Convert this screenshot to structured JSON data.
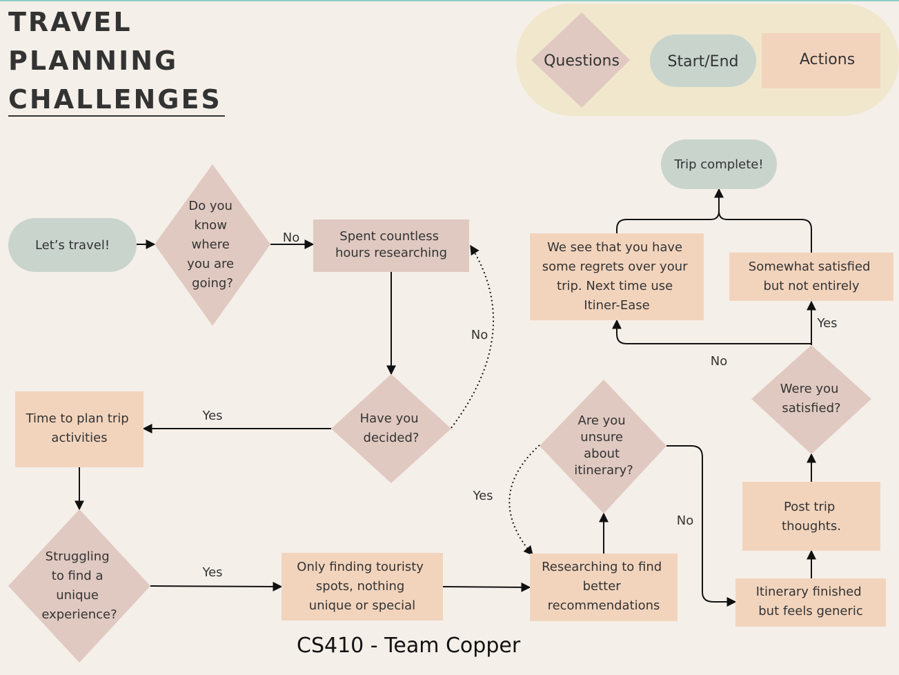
{
  "title": {
    "line1": "TRAVEL",
    "line2": "PLANNING",
    "line3": "CHALLENGES"
  },
  "footer": "CS410 - Team Copper",
  "colors": {
    "background": "#f5efe9",
    "legend_bg": "#f1e7cd",
    "question": "#e0c9c1",
    "start_end": "#c9d4cd",
    "action": "#f2d4bd",
    "text": "#333333"
  },
  "legend": {
    "questions": "Questions",
    "start_end": "Start/End",
    "actions": "Actions"
  },
  "nodes": {
    "lets_travel": "Let’s travel!",
    "know_where": [
      "Do you",
      "know",
      "where",
      "you are",
      "going?"
    ],
    "spent_hours": [
      "Spent countless",
      "hours researching"
    ],
    "have_decided": [
      "Have you",
      "decided?"
    ],
    "time_to_plan": [
      "Time to plan trip",
      "activities"
    ],
    "struggling": [
      "Struggling",
      "to find a",
      "unique",
      "experience?"
    ],
    "touristy": [
      "Only finding touristy",
      "spots, nothing",
      "unique or special"
    ],
    "researching": [
      "Researching to find",
      "better",
      "recommendations"
    ],
    "unsure": [
      "Are you",
      "unsure",
      "about",
      "itinerary?"
    ],
    "finished_generic": [
      "Itinerary finished",
      "but feels generic"
    ],
    "post_trip": [
      "Post trip",
      "thoughts."
    ],
    "satisfied_q": [
      "Were you",
      "satisfied?"
    ],
    "somewhat": [
      "Somewhat satisfied",
      "but not entirely"
    ],
    "regrets": [
      "We see that you have",
      "some regrets over your",
      "trip. Next time use",
      "Itiner-Ease"
    ],
    "trip_complete": "Trip complete!"
  },
  "edge_labels": {
    "know_no": "No",
    "decided_no": "No",
    "decided_yes": "Yes",
    "struggling_yes": "Yes",
    "unsure_yes": "Yes",
    "unsure_no": "No",
    "satisfied_yes": "Yes",
    "satisfied_no": "No"
  }
}
